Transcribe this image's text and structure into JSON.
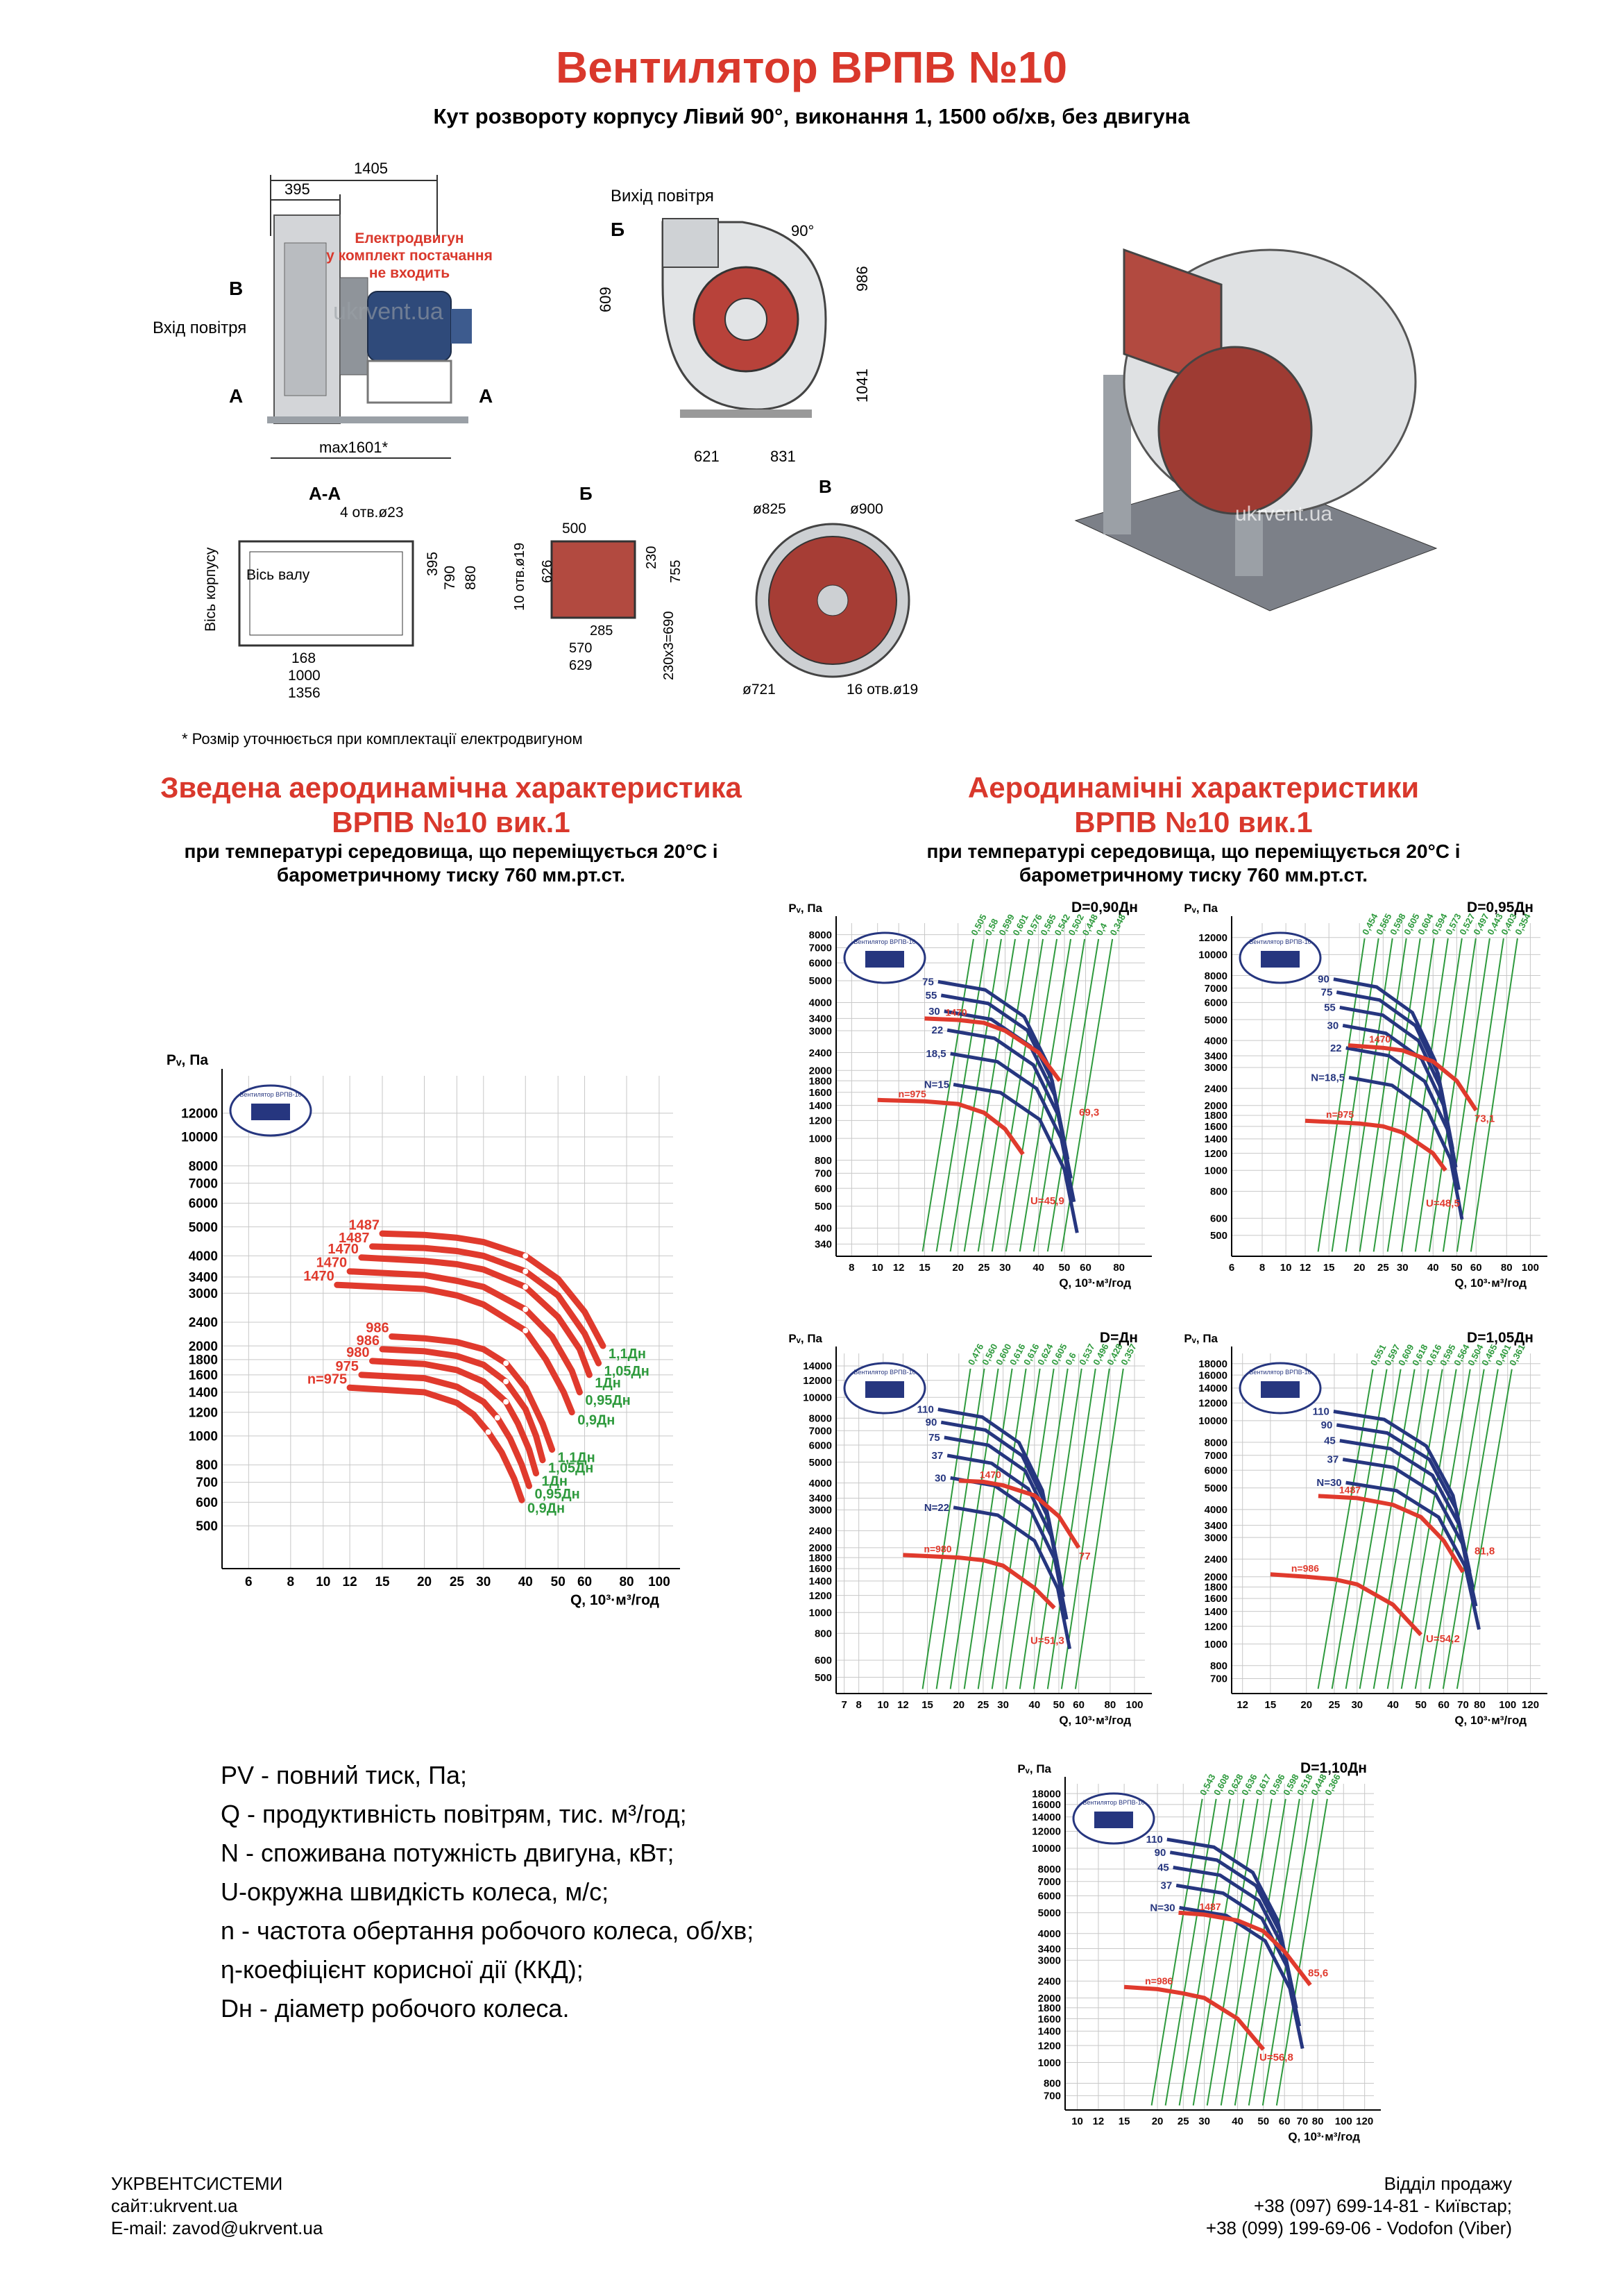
{
  "header": {
    "title": "Вентилятор ВРПВ №10",
    "subtitle": "Кут розвороту корпусу Лівий 90°, виконання 1, 1500 об/хв, без двигуна"
  },
  "drawings": {
    "side": {
      "dim_total": "1405",
      "dim_inlet": "395",
      "dim_max": "max1601*",
      "label_v": "В",
      "label_a": "А",
      "label_inlet": "Вхід повітря",
      "motor_note": [
        "Електродвигун",
        "у комплект постачання",
        "не входить"
      ],
      "watermark": "ukrvent.ua"
    },
    "front": {
      "label_outlet": "Вихід повітря",
      "label_b": "Б",
      "angle": "90°",
      "dim_609": "609",
      "dim_986": "986",
      "dim_1041": "1041",
      "dim_621": "621",
      "dim_831": "831"
    },
    "section_aa": {
      "title": "А-А",
      "holes": "4 отв.ø23",
      "axis_body": "Вісь корпусу",
      "axis_shaft": "Вісь валу",
      "dim_395": "395",
      "dim_790": "790",
      "dim_880": "880",
      "dim_168": "168",
      "dim_1000": "1000",
      "dim_1356": "1356"
    },
    "section_b": {
      "title": "Б",
      "dim_500": "500",
      "dim_626": "626",
      "holes": "10 отв.ø19",
      "dim_230": "230",
      "dim_755": "755",
      "dim_285": "285",
      "dim_570": "570",
      "dim_629": "629",
      "dim_230x3": "230х3=690"
    },
    "section_v": {
      "title": "В",
      "d825": "ø825",
      "d900": "ø900",
      "d721": "ø721",
      "holes": "16 отв.ø19"
    },
    "footnote": "* Розмір уточнюється при комплектації електродвигуном",
    "iso_watermark": "ukrvent.ua"
  },
  "summary": {
    "title_line1": "Зведена аеродинамічна характеристика",
    "title_line2": "ВРПВ №10 вик.1",
    "sub_line1": "при температурі середовища, що переміщується 20°C і",
    "sub_line2": "барометричному тиску 760 мм.рт.ст."
  },
  "detailed": {
    "title_line1": "Аеродинамічні характеристики",
    "title_line2": "ВРПВ №10 вик.1",
    "sub_line1": "при температурі середовища, що переміщується 20°C і",
    "sub_line2": "барометричному тиску 760 мм.рт.ст."
  },
  "logo_text": "Вентилятор ВРПВ-10",
  "chart_data": [
    {
      "id": "summary",
      "type": "line",
      "xlabel": "Q, 10³·м³/год",
      "ylabel": "Pᵥ, Па",
      "xscale": "log",
      "yscale": "log",
      "xlim": [
        5,
        110
      ],
      "ylim": [
        360,
        16000
      ],
      "xticks": [
        6,
        8,
        10,
        12,
        15,
        20,
        25,
        30,
        40,
        50,
        60,
        80,
        100
      ],
      "yticks": [
        500,
        600,
        700,
        800,
        1000,
        1200,
        1400,
        1600,
        1800,
        2000,
        2400,
        3000,
        3400,
        4000,
        5000,
        6000,
        7000,
        8000,
        10000,
        12000
      ],
      "series": [
        {
          "name": "1487",
          "end_label": "1,1Дн",
          "x": [
            15,
            20,
            25,
            30,
            40,
            50,
            60,
            68
          ],
          "y": [
            4750,
            4700,
            4600,
            4450,
            4000,
            3350,
            2600,
            2000
          ]
        },
        {
          "name": "1487",
          "end_label": "1,05Дн",
          "x": [
            14,
            20,
            25,
            30,
            40,
            50,
            60,
            66
          ],
          "y": [
            4300,
            4250,
            4150,
            4000,
            3550,
            2950,
            2200,
            1750
          ]
        },
        {
          "name": "1470",
          "end_label": "1Дн",
          "x": [
            13,
            20,
            25,
            30,
            40,
            50,
            58,
            62
          ],
          "y": [
            3950,
            3850,
            3750,
            3600,
            3150,
            2500,
            1950,
            1600
          ]
        },
        {
          "name": "1470",
          "end_label": "0,95Дн",
          "x": [
            12,
            20,
            25,
            30,
            40,
            48,
            55,
            58
          ],
          "y": [
            3550,
            3450,
            3300,
            3150,
            2650,
            2150,
            1650,
            1400
          ]
        },
        {
          "name": "1470",
          "end_label": "0,9Дн",
          "x": [
            11,
            20,
            25,
            30,
            40,
            46,
            52,
            55
          ],
          "y": [
            3200,
            3100,
            2950,
            2750,
            2250,
            1800,
            1400,
            1200
          ]
        },
        {
          "name": "986",
          "end_label": "1,1Дн",
          "x": [
            16,
            20,
            25,
            30,
            35,
            40,
            45,
            48
          ],
          "y": [
            2150,
            2120,
            2060,
            1950,
            1750,
            1450,
            1100,
            900
          ]
        },
        {
          "name": "986",
          "end_label": "1,05Дн",
          "x": [
            15,
            20,
            25,
            30,
            35,
            40,
            43,
            45
          ],
          "y": [
            1950,
            1920,
            1850,
            1730,
            1520,
            1230,
            1000,
            830
          ]
        },
        {
          "name": "980",
          "end_label": "1Дн",
          "x": [
            14,
            20,
            25,
            30,
            35,
            38,
            41,
            43
          ],
          "y": [
            1780,
            1740,
            1660,
            1520,
            1300,
            1100,
            900,
            750
          ]
        },
        {
          "name": "975",
          "end_label": "0,95Дн",
          "x": [
            13,
            20,
            25,
            30,
            33,
            36,
            39,
            41
          ],
          "y": [
            1600,
            1560,
            1460,
            1300,
            1150,
            980,
            800,
            680
          ]
        },
        {
          "name": "n=975",
          "end_label": "0,9Дн",
          "x": [
            12,
            20,
            25,
            28,
            31,
            34,
            37,
            39
          ],
          "y": [
            1450,
            1400,
            1290,
            1180,
            1030,
            880,
            720,
            610
          ]
        }
      ]
    },
    {
      "id": "d090",
      "type": "line",
      "title": "D=0,90Дн",
      "xlabel": "Q, 10³·м³/год",
      "ylabel": "Pᵥ, Па",
      "xscale": "log",
      "yscale": "log",
      "xlim": [
        7,
        100
      ],
      "ylim": [
        300,
        9000
      ],
      "xticks": [
        8,
        10,
        12,
        15,
        20,
        25,
        30,
        40,
        50,
        60,
        80
      ],
      "yticks": [
        340,
        400,
        500,
        600,
        700,
        800,
        1000,
        1200,
        1400,
        1600,
        1800,
        2000,
        2400,
        3000,
        3400,
        4000,
        5000,
        6000,
        7000,
        8000
      ],
      "speed_curves": [
        {
          "label": "n=975",
          "x": [
            10,
            15,
            20,
            25,
            30,
            35
          ],
          "y": [
            1480,
            1460,
            1420,
            1300,
            1100,
            850
          ]
        },
        {
          "label": "1470",
          "x": [
            15,
            20,
            25,
            30,
            40,
            48
          ],
          "y": [
            3400,
            3350,
            3250,
            3000,
            2400,
            1800
          ]
        }
      ],
      "power_labels": [
        "75",
        "55",
        "30",
        "22",
        "18,5",
        "N=15"
      ],
      "efficiency_labels": [
        "0,505",
        "0,58",
        "0,599",
        "0,601",
        "0,576",
        "0,565",
        "0,542",
        "0,502",
        "0,448",
        "0,4",
        "0,348"
      ],
      "speed_labels": [
        "U=45,9",
        "69,3"
      ]
    },
    {
      "id": "d095",
      "type": "line",
      "title": "D=0,95Дн",
      "xlabel": "Q, 10³·м³/год",
      "ylabel": "Pᵥ, Па",
      "xscale": "log",
      "yscale": "log",
      "xlim": [
        6,
        110
      ],
      "ylim": [
        400,
        14000
      ],
      "xticks": [
        6,
        8,
        10,
        12,
        15,
        20,
        25,
        30,
        40,
        50,
        60,
        80,
        100
      ],
      "yticks": [
        500,
        600,
        800,
        1000,
        1200,
        1400,
        1600,
        1800,
        2000,
        2400,
        3000,
        3400,
        4000,
        5000,
        6000,
        7000,
        8000,
        10000,
        12000
      ],
      "speed_curves": [
        {
          "label": "n=975",
          "x": [
            12,
            20,
            25,
            30,
            40,
            45
          ],
          "y": [
            1700,
            1650,
            1600,
            1500,
            1200,
            1000
          ]
        },
        {
          "label": "1470",
          "x": [
            18,
            25,
            30,
            40,
            50,
            60
          ],
          "y": [
            3800,
            3700,
            3600,
            3200,
            2600,
            1900
          ]
        }
      ],
      "power_labels": [
        "90",
        "75",
        "55",
        "30",
        "22",
        "N=18,5"
      ],
      "efficiency_labels": [
        "0,454",
        "0,565",
        "0,598",
        "0,605",
        "0,604",
        "0,594",
        "0,573",
        "0,527",
        "0,497",
        "0,443",
        "0,403",
        "0,354"
      ],
      "speed_labels": [
        "U=48,5",
        "73,1"
      ]
    },
    {
      "id": "d100",
      "type": "line",
      "title": "D=Дн",
      "xlabel": "Q, 10³·м³/год",
      "ylabel": "Pᵥ, Па",
      "xscale": "log",
      "yscale": "log",
      "xlim": [
        6.5,
        110
      ],
      "ylim": [
        420,
        16000
      ],
      "xticks": [
        7,
        8,
        10,
        12,
        15,
        20,
        25,
        30,
        40,
        50,
        60,
        80,
        100
      ],
      "yticks": [
        500,
        600,
        800,
        1000,
        1200,
        1400,
        1600,
        1800,
        2000,
        2400,
        3000,
        3400,
        4000,
        5000,
        6000,
        7000,
        8000,
        10000,
        12000,
        14000
      ],
      "speed_curves": [
        {
          "label": "n=980",
          "x": [
            12,
            20,
            25,
            30,
            40,
            48
          ],
          "y": [
            1850,
            1800,
            1750,
            1650,
            1300,
            1050
          ]
        },
        {
          "label": "1470",
          "x": [
            20,
            25,
            30,
            40,
            50,
            60
          ],
          "y": [
            4100,
            4050,
            3900,
            3500,
            2800,
            2000
          ]
        }
      ],
      "power_labels": [
        "110",
        "90",
        "75",
        "37",
        "30",
        "N=22"
      ],
      "efficiency_labels": [
        "0,476",
        "0,560",
        "0,600",
        "0,616",
        "0,616",
        "0,624",
        "0,605",
        "0,6",
        "0,537",
        "0,496",
        "0,428",
        "0,357"
      ],
      "speed_labels": [
        "U=51,3",
        "77"
      ]
    },
    {
      "id": "d105",
      "type": "line",
      "title": "D=1,05Дн",
      "xlabel": "Q, 10³·м³/год",
      "ylabel": "Pᵥ, Па",
      "xscale": "log",
      "yscale": "log",
      "xlim": [
        11,
        130
      ],
      "ylim": [
        600,
        20000
      ],
      "xticks": [
        12,
        15,
        20,
        25,
        30,
        40,
        50,
        60,
        70,
        80,
        100,
        120
      ],
      "yticks": [
        700,
        800,
        1000,
        1200,
        1400,
        1600,
        1800,
        2000,
        2400,
        3000,
        3400,
        4000,
        5000,
        6000,
        7000,
        8000,
        10000,
        12000,
        14000,
        16000,
        18000
      ],
      "speed_curves": [
        {
          "label": "n=986",
          "x": [
            15,
            20,
            25,
            30,
            40,
            50
          ],
          "y": [
            2050,
            2000,
            1950,
            1850,
            1500,
            1100
          ]
        },
        {
          "label": "1487",
          "x": [
            22,
            30,
            40,
            50,
            60,
            70
          ],
          "y": [
            4600,
            4500,
            4200,
            3700,
            2900,
            2100
          ]
        }
      ],
      "power_labels": [
        "110",
        "90",
        "45",
        "37",
        "N=30"
      ],
      "efficiency_labels": [
        "0,551",
        "0,597",
        "0,609",
        "0,618",
        "0,616",
        "0,595",
        "0,564",
        "0,504",
        "0,465",
        "0,401",
        "0,361"
      ],
      "speed_labels": [
        "U=54,2",
        "81,8"
      ]
    },
    {
      "id": "d110",
      "type": "line",
      "title": "D=1,10Дн",
      "xlabel": "Q, 10³·м³/год",
      "ylabel": "Pᵥ, Па",
      "xscale": "log",
      "yscale": "log",
      "xlim": [
        9,
        130
      ],
      "ylim": [
        600,
        20000
      ],
      "xticks": [
        10,
        12,
        15,
        20,
        25,
        30,
        40,
        50,
        60,
        70,
        80,
        100,
        120
      ],
      "yticks": [
        700,
        800,
        1000,
        1200,
        1400,
        1600,
        1800,
        2000,
        2400,
        3000,
        3400,
        4000,
        5000,
        6000,
        7000,
        8000,
        10000,
        12000,
        14000,
        16000,
        18000
      ],
      "speed_curves": [
        {
          "label": "n=986",
          "x": [
            15,
            20,
            25,
            30,
            40,
            50
          ],
          "y": [
            2250,
            2200,
            2100,
            2000,
            1600,
            1150
          ]
        },
        {
          "label": "1487",
          "x": [
            24,
            30,
            40,
            50,
            60,
            75
          ],
          "y": [
            5000,
            4900,
            4600,
            4100,
            3300,
            2300
          ]
        }
      ],
      "power_labels": [
        "110",
        "90",
        "45",
        "37",
        "N=30"
      ],
      "efficiency_labels": [
        "0,543",
        "0,608",
        "0,628",
        "0,636",
        "0,617",
        "0,596",
        "0,598",
        "0,518",
        "0,448",
        "0,366"
      ],
      "speed_labels": [
        "U=56,8",
        "85,6"
      ]
    }
  ],
  "legend": [
    "PV - повний тиск, Па;",
    "Q - продуктивність повітрям, тис. м³/год;",
    "N - споживана потужність двигуна, кВт;",
    "U-окружна швидкість колеса, м/с;",
    "n - частота обертання робочого колеса, об/хв;",
    "η-коефіцієнт корисної дії (ККД);",
    "Dн - діаметр робочого колеса."
  ],
  "footer": {
    "company": "УКРВЕНТСИСТЕМИ",
    "site": "сайт:ukrvent.ua",
    "email": "E-mail: zavod@ukrvent.ua",
    "sales": "Відділ продажу",
    "phone1": "+38 (097) 699-14-81 - Київстар;",
    "phone2": "+38 (099) 199-69-06 - Vodofon (Viber)"
  },
  "colors": {
    "accent": "#d9382c",
    "red_curve": "#e03a2d",
    "blue_curve": "#26367f",
    "green_line": "#2e9a3d",
    "grid": "#c8c8c8"
  }
}
